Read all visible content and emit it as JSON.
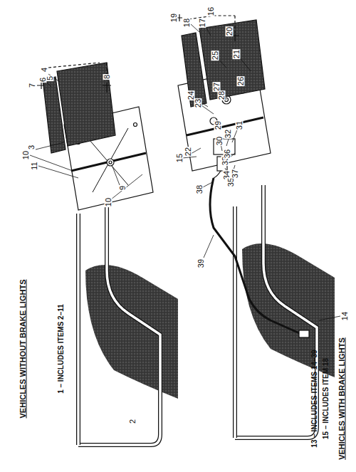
{
  "diagram": {
    "labels": [
      "4",
      "5",
      "6",
      "7",
      "8",
      "3",
      "10",
      "11",
      "9",
      "10",
      "2",
      "1 – INCLUDES ITEMS 2–11",
      "VEHICLES WITHOUT BRAKE LIGHTS",
      "19",
      "16",
      "18",
      "17",
      "20",
      "21",
      "25",
      "26",
      "27",
      "28",
      "24",
      "23",
      "29",
      "31",
      "32",
      "30",
      "15",
      "22",
      "33",
      "34",
      "35",
      "36",
      "37",
      "38",
      "39",
      "14",
      "13 – INCLUDES ITEMS 14–39",
      "15 – INCLUDES ITEM 18",
      "VEHICLES WITH BRAKE LIGHTS"
    ]
  }
}
